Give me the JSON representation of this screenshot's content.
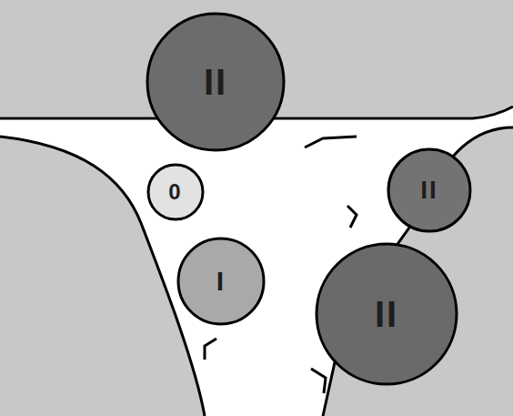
{
  "diagram": {
    "nodes": [
      {
        "text": [
          "II"
        ]
      },
      {
        "text": [
          "0"
        ]
      },
      {
        "text": [
          "II"
        ]
      },
      {
        "text": [
          "I"
        ]
      },
      {
        "text": [
          "II"
        ]
      }
    ]
  }
}
